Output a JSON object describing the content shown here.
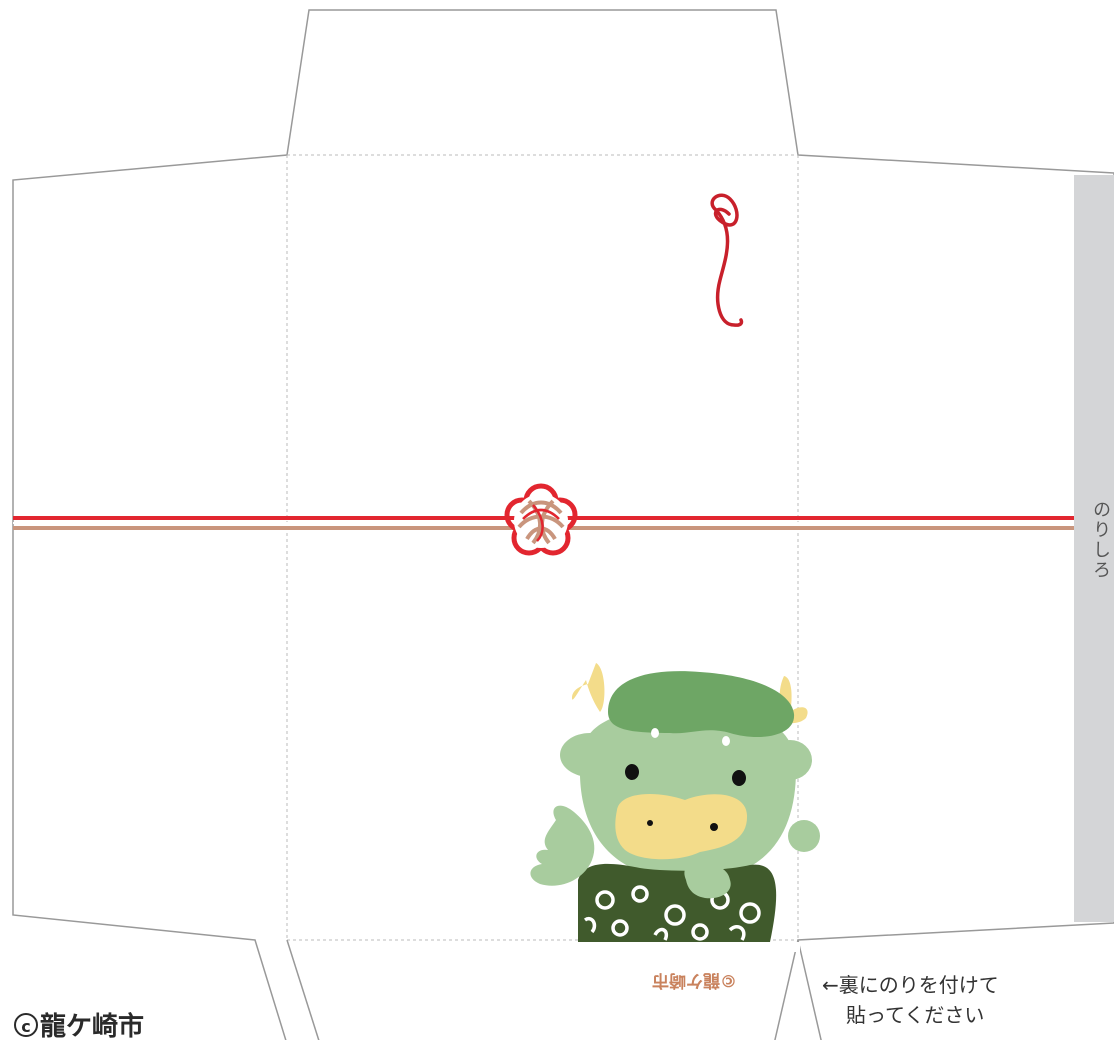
{
  "glue_area": {
    "label": "のりしろ"
  },
  "instruction": {
    "line1": "←裏にのりを付けて",
    "line2": "貼ってください"
  },
  "copyright": {
    "symbol": "c",
    "text": "龍ケ崎市"
  },
  "stamp": {
    "text": "©龍ケ崎市"
  },
  "colors": {
    "outline": "#999999",
    "fold_line": "#bbbbbb",
    "glue_fill": "#d4d5d7",
    "band_red": "#e2262f",
    "band_tan": "#c9957d",
    "noshi_red": "#c8202b",
    "mascot_light": "#a8cc9e",
    "mascot_dark": "#6ea665",
    "mascot_horn": "#f3dc8a",
    "mascot_shirt": "#405a2c"
  },
  "icons": [
    "noshi-flourish-icon",
    "mizuhiki-knot-icon",
    "dragon-mascot-icon"
  ]
}
